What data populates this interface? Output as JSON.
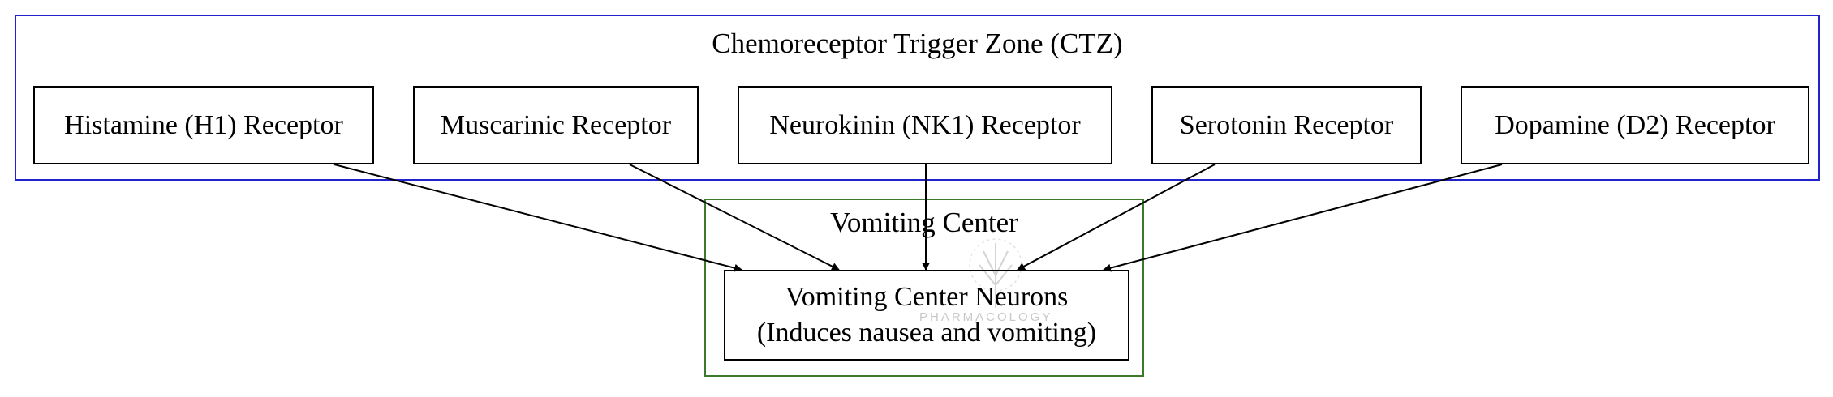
{
  "clusters": {
    "ctz": {
      "label": "Chemoreceptor Trigger Zone (CTZ)",
      "border_color": "#2222cc"
    },
    "vomiting_center": {
      "label": "Vomiting Center",
      "border_color": "#3a7a2a"
    }
  },
  "nodes": {
    "histamine": "Histamine (H1) Receptor",
    "muscarinic": "Muscarinic Receptor",
    "neurokinin": "Neurokinin (NK1) Receptor",
    "serotonin": "Serotonin Receptor",
    "dopamine": "Dopamine (D2) Receptor",
    "vomiting_neurons": {
      "line1": "Vomiting Center Neurons",
      "line2": "(Induces nausea and vomiting)"
    }
  },
  "edges": [
    {
      "from": "histamine",
      "to": "vomiting_neurons"
    },
    {
      "from": "muscarinic",
      "to": "vomiting_neurons"
    },
    {
      "from": "neurokinin",
      "to": "vomiting_neurons"
    },
    {
      "from": "serotonin",
      "to": "vomiting_neurons"
    },
    {
      "from": "dopamine",
      "to": "vomiting_neurons"
    }
  ],
  "watermark": {
    "text": "PHARMACOLOGY",
    "icon": "tree-logo-icon"
  }
}
